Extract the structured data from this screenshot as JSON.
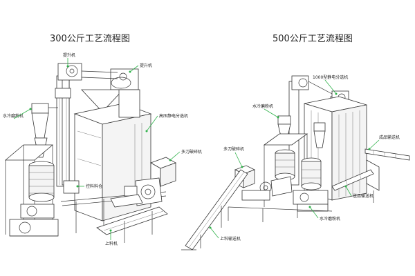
{
  "colors": {
    "accent": "#2fb24a",
    "line": "#333333",
    "background": "#ffffff"
  },
  "left": {
    "title": "300公斤工艺流程图",
    "labels": {
      "elevator_top": "提升机",
      "elevator_right": "提升机",
      "water_cooled_mill": "水冷磨粉机",
      "hv_separator": "高压静电分选机",
      "multi_blade_crusher": "多刀破碎机",
      "feed_hopper": "控料料仓",
      "feed_conveyor": "上料机"
    }
  },
  "right": {
    "title": "500公斤工艺流程图",
    "labels": {
      "hv_separator": "1000型静电分选机",
      "water_cooled_mill_top": "水冷磨粉机",
      "multi_blade_crusher": "多刀破碎机",
      "screw_conveyor_right": "成品输送机",
      "screw_conveyor_bottom": "送品输送机",
      "water_cooled_mill_bottom": "水冷磨粉机",
      "feed_conveyor": "上料输送机"
    }
  }
}
